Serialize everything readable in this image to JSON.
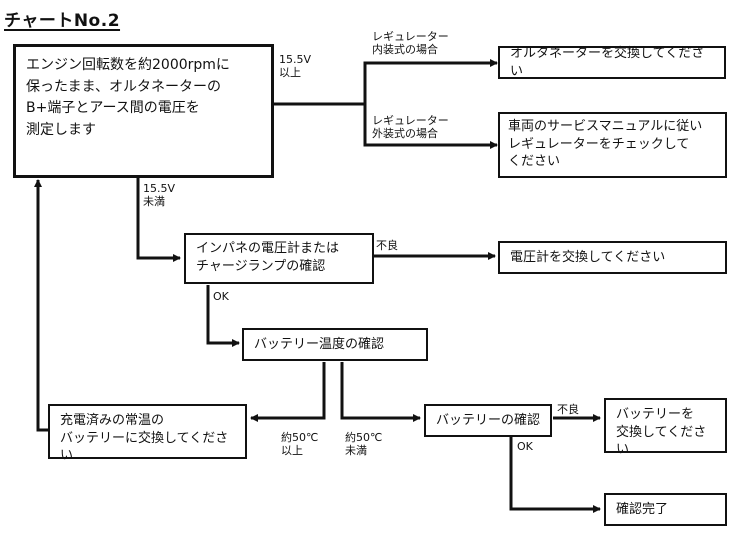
{
  "title": "チャートNo.2",
  "boxes": {
    "start": "エンジン回転数を約2000rpmに\n保ったまま、オルタネーターの\nB+端子とアース間の電圧を\n測定します",
    "replace_alternator": "オルタネーターを交換してください",
    "check_regulator": "車両のサービスマニュアルに従い\nレギュレーターをチェックして\nください",
    "check_gauge": "インパネの電圧計または\nチャージランプの確認",
    "replace_gauge": "電圧計を交換してください",
    "battery_temp": "バッテリー温度の確認",
    "recharge": "充電済みの常温の\nバッテリーに交換してください",
    "battery_check": "バッテリーの確認",
    "replace_battery": "バッテリーを\n交換してください",
    "done": "確認完了"
  },
  "labels": {
    "over_15v": "15.5V\n以上",
    "internal_regulator": "レギュレーター\n内装式の場合",
    "external_regulator": "レギュレーター\n外装式の場合",
    "under_15v": "15.5V\n未満",
    "gauge_bad": "不良",
    "gauge_ok": "OK",
    "temp_over": "約50℃\n以上",
    "temp_under": "約50℃\n未満",
    "battery_bad": "不良",
    "battery_ok": "OK"
  }
}
